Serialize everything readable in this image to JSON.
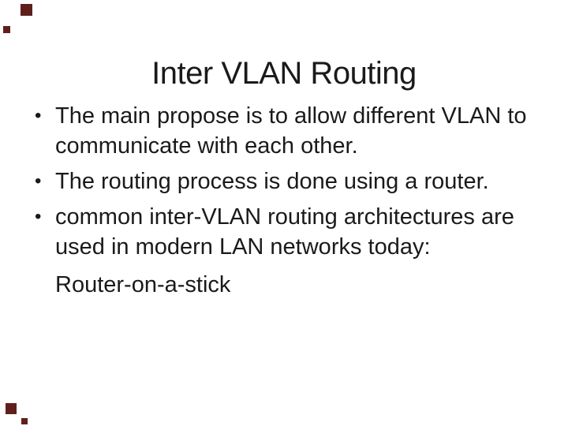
{
  "slide": {
    "title": "Inter VLAN Routing",
    "bullet_char": "•",
    "bullets": [
      {
        "lines": [
          "The main propose is to allow different VLAN to",
          "communicate with each other."
        ]
      },
      {
        "lines": [
          "The routing process is done using a router."
        ]
      },
      {
        "lines": [
          "common inter-VLAN routing architectures are",
          "used in modern LAN networks today:"
        ]
      }
    ],
    "continuation": "Router-on-a-stick",
    "colors": {
      "background": "#ffffff",
      "text": "#1a1a1a",
      "corner_square": "#5f201c"
    }
  }
}
